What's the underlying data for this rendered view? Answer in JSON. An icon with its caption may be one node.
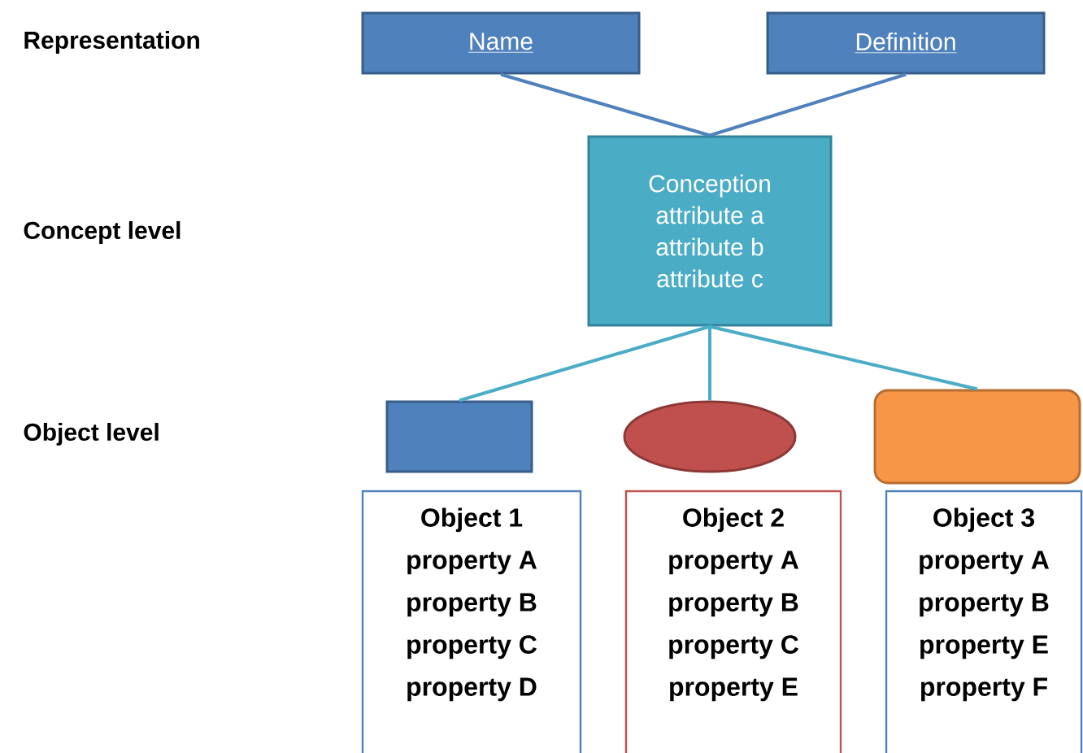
{
  "diagram": {
    "nodes": [
      {
        "text": [
          "Name"
        ]
      },
      {
        "text": [
          "Definition"
        ]
      },
      {
        "text": [
          "Conception",
          "attribute a",
          "attribute b",
          "attribute c"
        ]
      },
      {
        "text": [],
        "shape": "box"
      },
      {
        "text": [],
        "shape": "ellipse"
      },
      {
        "text": [],
        "shape": "box"
      },
      {
        "text": [
          "Object 1",
          "property A",
          "property B",
          "property C",
          "property D"
        ]
      },
      {
        "text": [
          "Object 2",
          "property A",
          "property B",
          "property C",
          "property E"
        ]
      },
      {
        "text": [
          "Object 3",
          "property A",
          "property B",
          "property E",
          "property F"
        ]
      }
    ],
    "edges": [
      {
        "from": 0,
        "to": 2,
        "arrow": "none",
        "color": "#4f81bd"
      },
      {
        "from": 1,
        "to": 2,
        "arrow": "none",
        "color": "#4f81bd"
      },
      {
        "from": 2,
        "to": 3,
        "arrow": "none"
      },
      {
        "from": 2,
        "to": 4,
        "arrow": "none"
      },
      {
        "from": 2,
        "to": 5,
        "arrow": "none"
      }
    ],
    "labels": [
      "Representation",
      "Concept level",
      "Object level"
    ]
  }
}
